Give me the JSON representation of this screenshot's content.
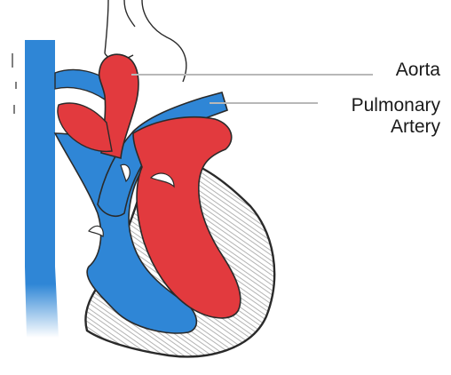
{
  "labels": {
    "aorta": "Aorta",
    "pulmonary_artery_line1": "Pulmonary",
    "pulmonary_artery_line2": "Artery"
  },
  "colors": {
    "oxygenated": "#e23a3e",
    "deoxygenated": "#2f86d6",
    "outline": "#2a2a2a",
    "leader_line": "#b8b8b8",
    "muscle_hatch": "#9a9a9a"
  }
}
